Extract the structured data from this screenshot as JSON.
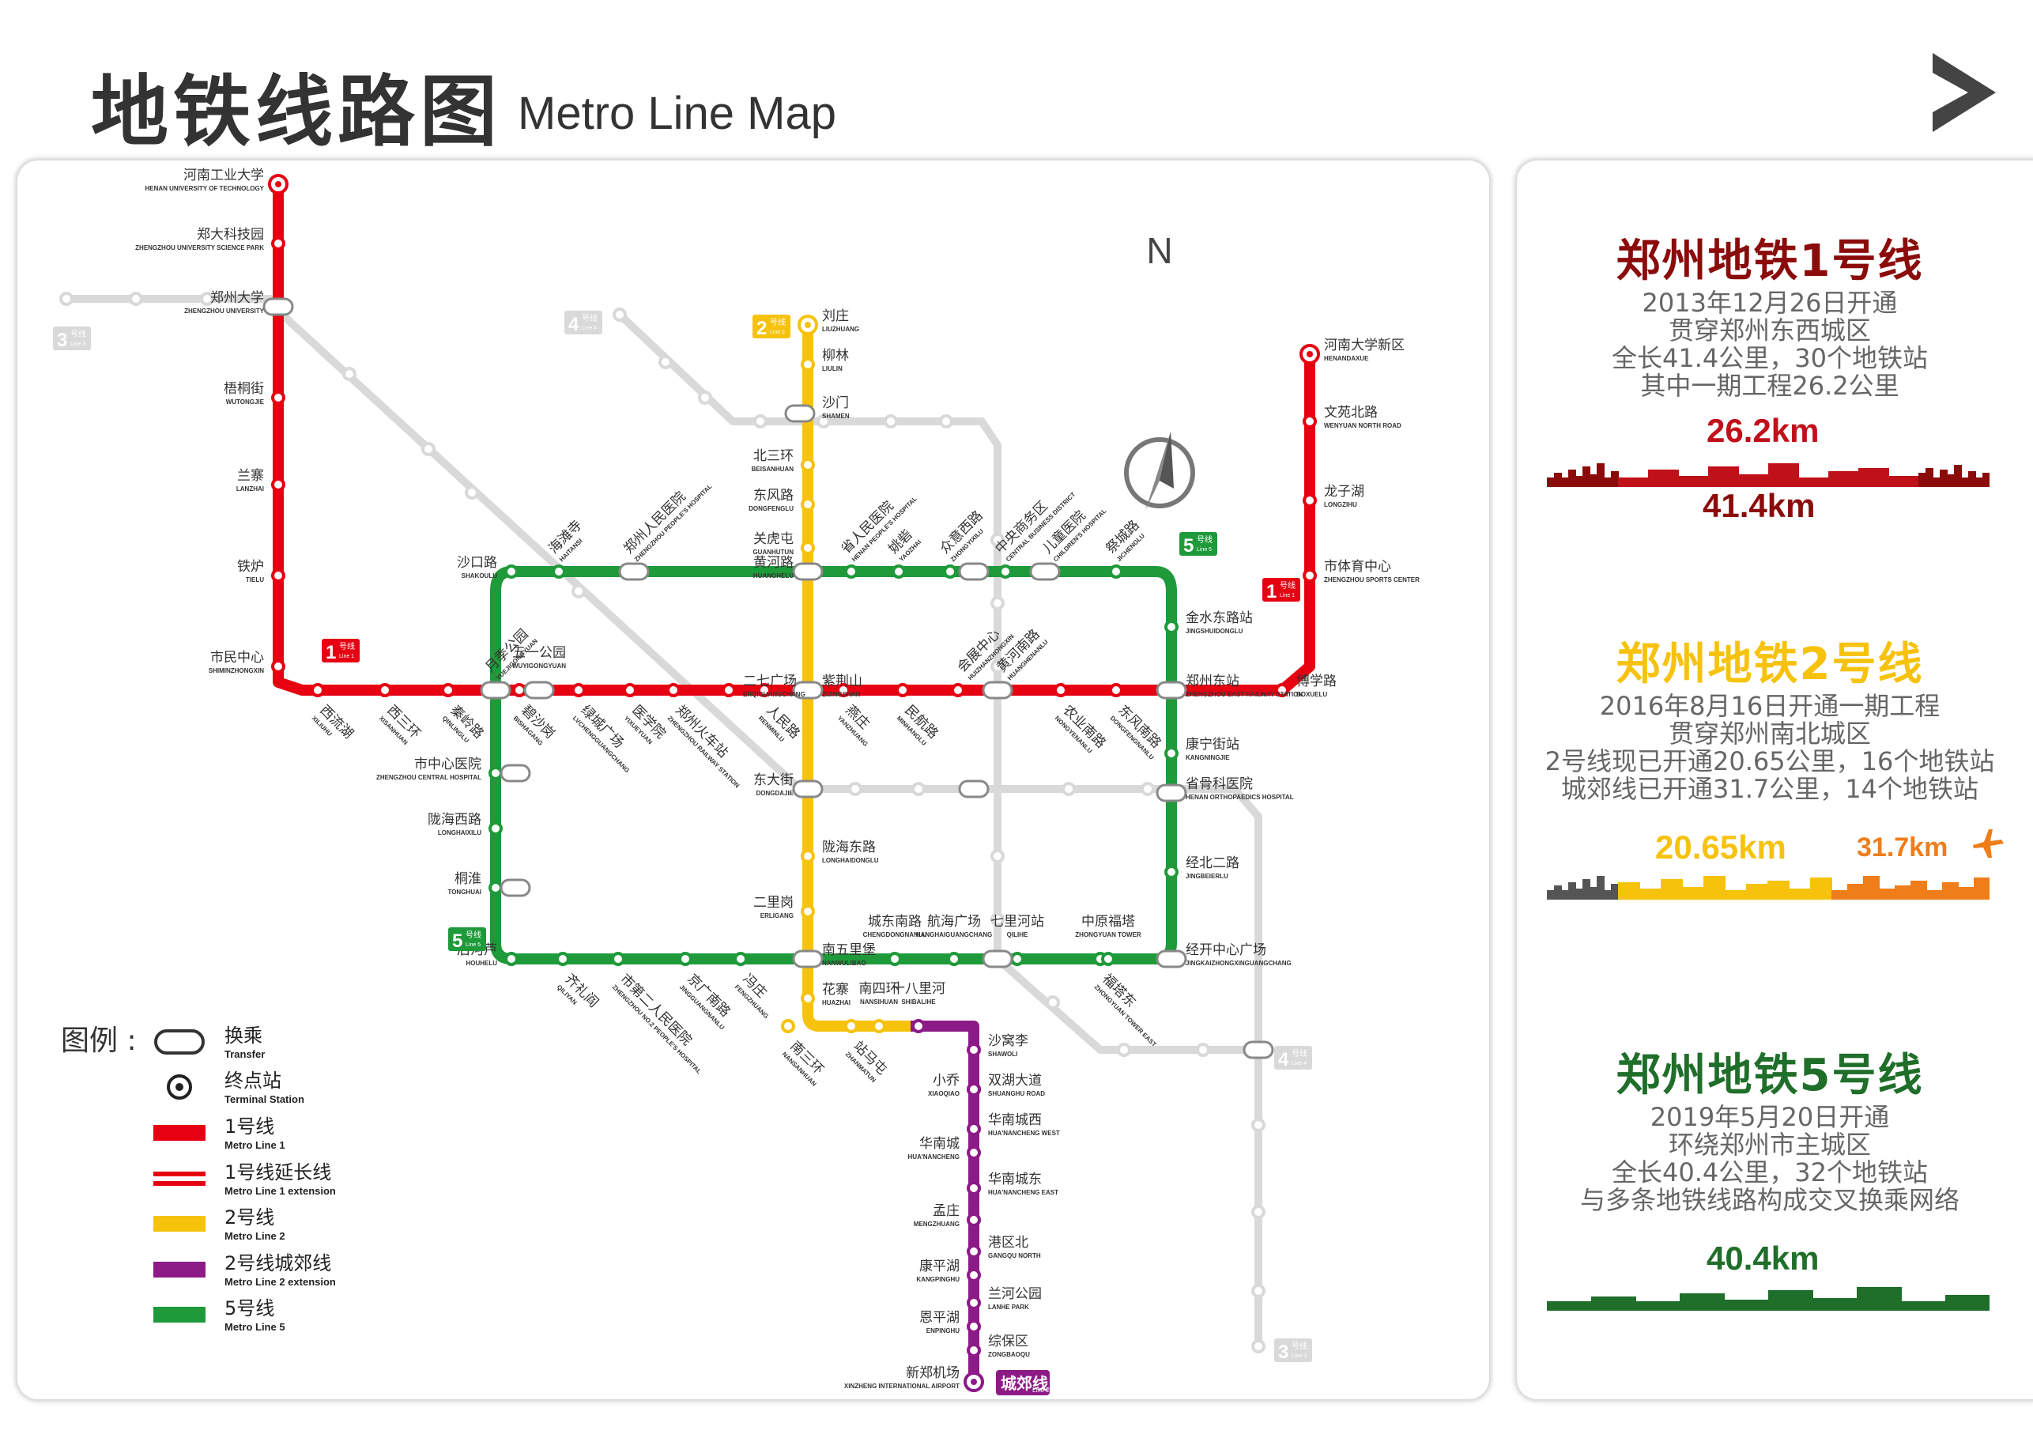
{
  "header": {
    "title_zh": "地铁线路图",
    "title_en": "Metro Line Map"
  },
  "colors": {
    "line1": "#e60012",
    "line2": "#f6c20b",
    "line2ext": "#8c1a87",
    "line5": "#1f9a3a",
    "future": "#d9d9d9",
    "text": "#333333",
    "line1_dark": "#8b0b0b",
    "line5_dark": "#1f6e2a",
    "orange": "#ef7d1a"
  },
  "map": {
    "compass_label": "N",
    "line_badges": {
      "l1_a": {
        "num": "1",
        "zh": "号线",
        "en": "Line 1"
      },
      "l1_b": {
        "num": "1",
        "zh": "号线",
        "en": "Line 1"
      },
      "l2": {
        "num": "2",
        "zh": "号线",
        "en": "Line 2"
      },
      "l5_a": {
        "num": "5",
        "zh": "号线",
        "en": "Line 5"
      },
      "l5_b": {
        "num": "5",
        "zh": "号线",
        "en": "Line 5"
      },
      "l3_a": {
        "num": "3",
        "zh": "号线",
        "en": "Line 3"
      },
      "l3_b": {
        "num": "3",
        "zh": "号线",
        "en": "Line 3"
      },
      "l4_a": {
        "num": "4",
        "zh": "号线",
        "en": "Line 4"
      },
      "l4_b": {
        "num": "4",
        "zh": "号线",
        "en": "Line 4"
      },
      "city": {
        "zh": "城郊线",
        "en": "Line 2"
      }
    },
    "stations": [
      {
        "id": "s1",
        "zh": "河南工业大学",
        "en": "HENAN UNIVERSITY OF TECHNOLOGY"
      },
      {
        "id": "s2",
        "zh": "郑大科技园",
        "en": "ZHENGZHOU UNIVERSITY SCIENCE PARK"
      },
      {
        "id": "s3",
        "zh": "郑州大学",
        "en": "ZHENGZHOU UNIVERSITY"
      },
      {
        "id": "s4",
        "zh": "梧桐街",
        "en": "WUTONGJIE"
      },
      {
        "id": "s5",
        "zh": "兰寨",
        "en": "LANZHAI"
      },
      {
        "id": "s6",
        "zh": "铁炉",
        "en": "TIELU"
      },
      {
        "id": "s7",
        "zh": "市民中心",
        "en": "SHIMINZHONGXIN"
      },
      {
        "id": "s8",
        "zh": "西流湖",
        "en": "XILIUHU"
      },
      {
        "id": "s9",
        "zh": "西三环",
        "en": "XISANHUAN"
      },
      {
        "id": "s10",
        "zh": "秦岭路",
        "en": "QINLINGLU"
      },
      {
        "id": "s11",
        "zh": "月季公园",
        "en": "YUEJIGONGYUAN"
      },
      {
        "id": "s12",
        "zh": "五一公园",
        "en": "WUYIGONGYUAN"
      },
      {
        "id": "s13",
        "zh": "碧沙岗",
        "en": "BISHAGANG"
      },
      {
        "id": "s14",
        "zh": "绿城广场",
        "en": "LVCHENGGUANGCHANG"
      },
      {
        "id": "s15",
        "zh": "医学院",
        "en": "YIXUEYUAN"
      },
      {
        "id": "s16",
        "zh": "郑州火车站",
        "en": "ZHENGZHOU RAILWAY STATION"
      },
      {
        "id": "s17",
        "zh": "二七广场",
        "en": "ERQIGUANGCHANG"
      },
      {
        "id": "s18",
        "zh": "人民路",
        "en": "RENMINLU"
      },
      {
        "id": "s19",
        "zh": "紫荆山",
        "en": "ZIJINGSHAN"
      },
      {
        "id": "s20",
        "zh": "燕庄",
        "en": "YANZHUANG"
      },
      {
        "id": "s21",
        "zh": "民航路",
        "en": "MINHANGLU"
      },
      {
        "id": "s22",
        "zh": "会展中心",
        "en": "HUIZHANZHONGXIN"
      },
      {
        "id": "s23",
        "zh": "黄河南路",
        "en": "HUANGHENANLU"
      },
      {
        "id": "s24",
        "zh": "农业南路",
        "en": "NONGYENANLU"
      },
      {
        "id": "s25",
        "zh": "东风南路",
        "en": "DONGFENGNANLU"
      },
      {
        "id": "s26",
        "zh": "郑州东站",
        "en": "ZHENGZHOU EAST RAILWAY STATION"
      },
      {
        "id": "s27",
        "zh": "博学路",
        "en": "BOXUELU"
      },
      {
        "id": "s28",
        "zh": "市体育中心",
        "en": "ZHENGZHOU SPORTS CENTER"
      },
      {
        "id": "s29",
        "zh": "龙子湖",
        "en": "LONGZIHU"
      },
      {
        "id": "s30",
        "zh": "文苑北路",
        "en": "WENYUAN NORTH ROAD"
      },
      {
        "id": "s31",
        "zh": "河南大学新区",
        "en": "HENANDAXUE"
      },
      {
        "id": "s32",
        "zh": "刘庄",
        "en": "LIUZHUANG"
      },
      {
        "id": "s33",
        "zh": "柳林",
        "en": "LIULIN"
      },
      {
        "id": "s34",
        "zh": "沙门",
        "en": "SHAMEN"
      },
      {
        "id": "s35",
        "zh": "北三环",
        "en": "BEISANHUAN"
      },
      {
        "id": "s36",
        "zh": "东风路",
        "en": "DONGFENGLU"
      },
      {
        "id": "s37",
        "zh": "关虎屯",
        "en": "GUANHUTUN"
      },
      {
        "id": "s38",
        "zh": "黄河路",
        "en": "HUANGHELU"
      },
      {
        "id": "s39",
        "zh": "东大街",
        "en": "DONGDAJIE"
      },
      {
        "id": "s40",
        "zh": "陇海东路",
        "en": "LONGHAIDONGLU"
      },
      {
        "id": "s41",
        "zh": "二里岗",
        "en": "ERLIGANG"
      },
      {
        "id": "s42",
        "zh": "南五里堡",
        "en": "NANWULIBAO"
      },
      {
        "id": "s43",
        "zh": "花寨",
        "en": "HUAZHAI"
      },
      {
        "id": "s44",
        "zh": "南四环",
        "en": "NANSIHUAN"
      },
      {
        "id": "s45",
        "zh": "南三环",
        "en": "NANSANHUAN"
      },
      {
        "id": "s46",
        "zh": "站马屯",
        "en": "ZHANMATUN"
      },
      {
        "id": "s47",
        "zh": "十八里河",
        "en": "SHIBALIHE"
      },
      {
        "id": "s48",
        "zh": "沙窝李",
        "en": "SHAWOLI"
      },
      {
        "id": "s49",
        "zh": "双湖大道",
        "en": "SHUANGHU ROAD"
      },
      {
        "id": "s50",
        "zh": "小乔",
        "en": "XIAOQIAO"
      },
      {
        "id": "s51",
        "zh": "华南城西",
        "en": "HUA'NANCHENG WEST"
      },
      {
        "id": "s52",
        "zh": "华南城",
        "en": "HUA'NANCHENG"
      },
      {
        "id": "s53",
        "zh": "华南城东",
        "en": "HUA'NANCHENG EAST"
      },
      {
        "id": "s54",
        "zh": "孟庄",
        "en": "MENGZHUANG"
      },
      {
        "id": "s55",
        "zh": "港区北",
        "en": "GANGQU NORTH"
      },
      {
        "id": "s56",
        "zh": "康平湖",
        "en": "KANGPINGHU"
      },
      {
        "id": "s57",
        "zh": "兰河公园",
        "en": "LANHE PARK"
      },
      {
        "id": "s58",
        "zh": "恩平湖",
        "en": "ENPINGHU"
      },
      {
        "id": "s59",
        "zh": "综保区",
        "en": "ZONGBAOQU"
      },
      {
        "id": "s60",
        "zh": "新郑机场",
        "en": "XINZHENG INTERNATIONAL AIRPORT"
      },
      {
        "id": "s61",
        "zh": "沙口路",
        "en": "SHAKOULU"
      },
      {
        "id": "s62",
        "zh": "海滩寺",
        "en": "HAITANSI"
      },
      {
        "id": "s63",
        "zh": "郑州人民医院",
        "en": "ZHENGZHOU PEOPLE'S HOSPITAL"
      },
      {
        "id": "s64",
        "zh": "省人民医院",
        "en": "HENAN PEOPLE'S HOSPITAL"
      },
      {
        "id": "s65",
        "zh": "姚砦",
        "en": "YAOZHAI"
      },
      {
        "id": "s66",
        "zh": "众意西路",
        "en": "ZHONGYIXILU"
      },
      {
        "id": "s67",
        "zh": "中央商务区",
        "en": "CENTRAL BUSINESS DISTRICT"
      },
      {
        "id": "s68",
        "zh": "儿童医院",
        "en": "CHILDREN'S HOSPITAL"
      },
      {
        "id": "s69",
        "zh": "祭城路",
        "en": "JICHENGLU"
      },
      {
        "id": "s70",
        "zh": "金水东路站",
        "en": "JINGSHUIDONGLU"
      },
      {
        "id": "s71",
        "zh": "康宁街站",
        "en": "KANGNINGJIE"
      },
      {
        "id": "s72",
        "zh": "省骨科医院",
        "en": "HENAN ORTHOPAEDICS HOSPITAL"
      },
      {
        "id": "s73",
        "zh": "经北二路",
        "en": "JINGBEIERLU"
      },
      {
        "id": "s74",
        "zh": "经开中心广场",
        "en": "JINGKAIZHONGXINGUANGCHANG"
      },
      {
        "id": "s75",
        "zh": "福塔东",
        "en": "ZHONGYUAN TOWER EAST"
      },
      {
        "id": "s76",
        "zh": "中原福塔",
        "en": "ZHONGYUAN TOWER"
      },
      {
        "id": "s77",
        "zh": "七里河站",
        "en": "QILIHE"
      },
      {
        "id": "s78",
        "zh": "航海广场",
        "en": "HANGHAIGUANGCHANG"
      },
      {
        "id": "s79",
        "zh": "城东南路",
        "en": "CHENGDONGNANLU"
      },
      {
        "id": "s80",
        "zh": "冯庄",
        "en": "FENGZHUANG"
      },
      {
        "id": "s81",
        "zh": "京广南路",
        "en": "JINGGUANGNANLU"
      },
      {
        "id": "s82",
        "zh": "市第二人民医院",
        "en": "ZHENGZHOU NO.2 PEOPLE'S HOSPITAL"
      },
      {
        "id": "s83",
        "zh": "齐礼阎",
        "en": "QILIYAN"
      },
      {
        "id": "s84",
        "zh": "后河芦",
        "en": "HOUHELU"
      },
      {
        "id": "s85",
        "zh": "桐淮",
        "en": "TONGHUAI"
      },
      {
        "id": "s86",
        "zh": "陇海西路",
        "en": "LONGHAIXILU"
      },
      {
        "id": "s87",
        "zh": "市中心医院",
        "en": "ZHENGZHOU CENTRAL HOSPITAL"
      }
    ],
    "legend": {
      "title": "图例 :",
      "items": [
        {
          "zh": "换乘",
          "en": "Transfer"
        },
        {
          "zh": "终点站",
          "en": "Terminal Station"
        },
        {
          "zh": "1号线",
          "en": "Metro Line 1"
        },
        {
          "zh": "1号线延长线",
          "en": "Metro Line 1 extension"
        },
        {
          "zh": "2号线",
          "en": "Metro Line 2"
        },
        {
          "zh": "2号线城郊线",
          "en": "Metro Line 2 extension"
        },
        {
          "zh": "5号线",
          "en": "Metro Line 5"
        }
      ]
    }
  },
  "info": {
    "line1": {
      "title": "郑州地铁1号线",
      "lines": [
        "2013年12月26日开通",
        "贯穿郑州东西城区",
        "全长41.4公里，30个地铁站",
        "其中一期工程26.2公里"
      ],
      "km_a": "26.2km",
      "km_b": "41.4km"
    },
    "line2": {
      "title": "郑州地铁2号线",
      "lines": [
        "2016年8月16日开通一期工程",
        "贯穿郑州南北城区",
        "2号线现已开通20.65公里，16个地铁站",
        "城郊线已开通31.7公里，14个地铁站"
      ],
      "km_a": "20.65km",
      "km_b": "31.7km"
    },
    "line5": {
      "title": "郑州地铁5号线",
      "lines": [
        "2019年5月20日开通",
        "环绕郑州市主城区",
        "全长40.4公里，32个地铁站",
        "与多条地铁线路构成交叉换乘网络"
      ],
      "km_a": "40.4km"
    }
  }
}
